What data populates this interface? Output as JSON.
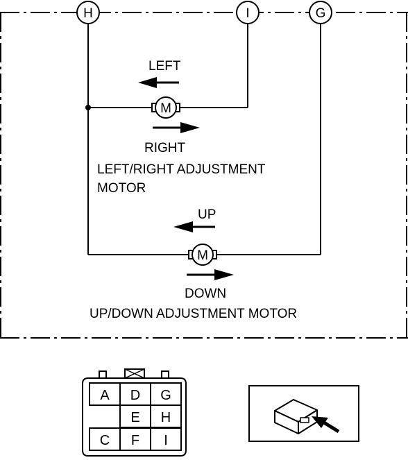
{
  "terminals": [
    "H",
    "I",
    "G"
  ],
  "motors": {
    "left_right": {
      "symbol": "M",
      "label_line1": "LEFT/RIGHT ADJUSTMENT",
      "label_line2": "MOTOR",
      "arrow_upper": "LEFT",
      "arrow_lower": "RIGHT"
    },
    "up_down": {
      "symbol": "M",
      "label": "UP/DOWN ADJUSTMENT MOTOR",
      "arrow_upper": "UP",
      "arrow_lower": "DOWN"
    }
  },
  "connector": {
    "pins": [
      [
        "A",
        "D",
        "G"
      ],
      [
        "",
        "E",
        "H"
      ],
      [
        "C",
        "F",
        "I"
      ]
    ]
  }
}
